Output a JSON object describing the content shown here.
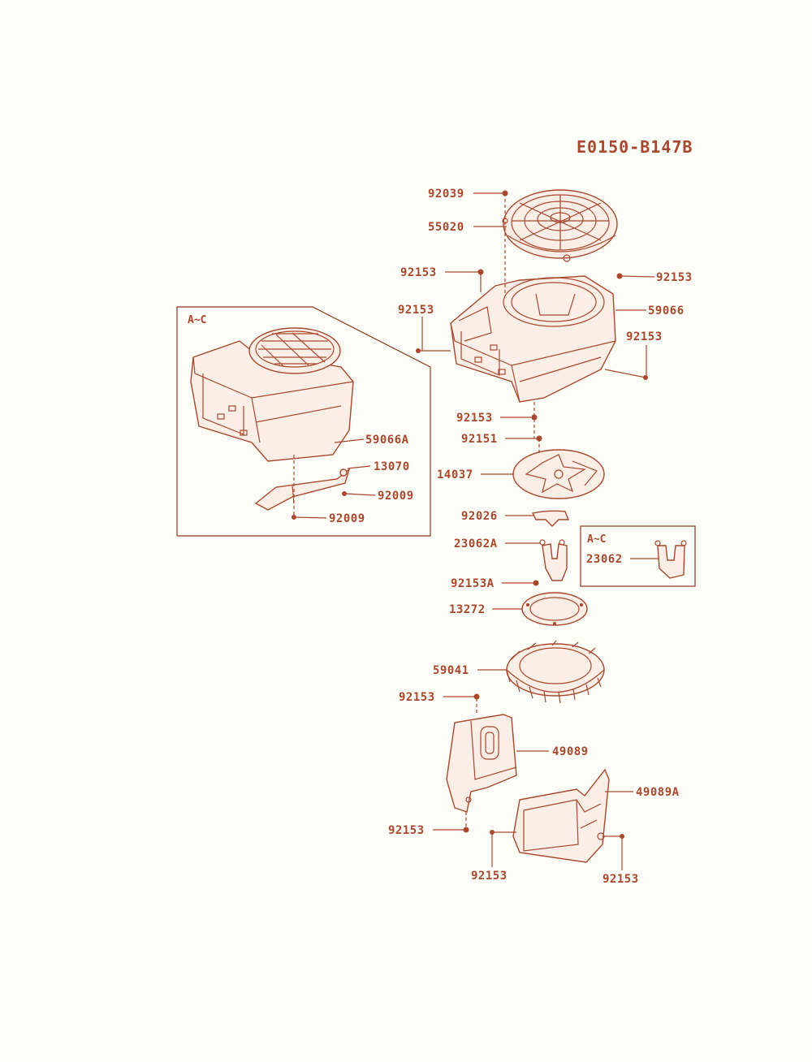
{
  "diagram_code": "E0150-B147B",
  "inset_main_label": "A~C",
  "inset_small_label": "A~C",
  "colors": {
    "ink": "#a8482c",
    "paper": "#fdfdf8"
  },
  "labels": {
    "l92039": "92039",
    "l55020": "55020",
    "l92153_tl": "92153",
    "l92153_tr": "92153",
    "l92153_left": "92153",
    "l59066": "59066",
    "l92153_right": "92153",
    "l92153_mid": "92153",
    "l92151": "92151",
    "l14037": "14037",
    "l92026": "92026",
    "l23062A": "23062A",
    "l23062": "23062",
    "l92153A": "92153A",
    "l13272": "13272",
    "l59041": "59041",
    "l92153_b1": "92153",
    "l49089": "49089",
    "l49089A": "49089A",
    "l92153_b2": "92153",
    "l92153_b3": "92153",
    "l92153_b4": "92153",
    "l59066A": "59066A",
    "l13070": "13070",
    "l92009_a": "92009",
    "l92009_b": "92009"
  }
}
